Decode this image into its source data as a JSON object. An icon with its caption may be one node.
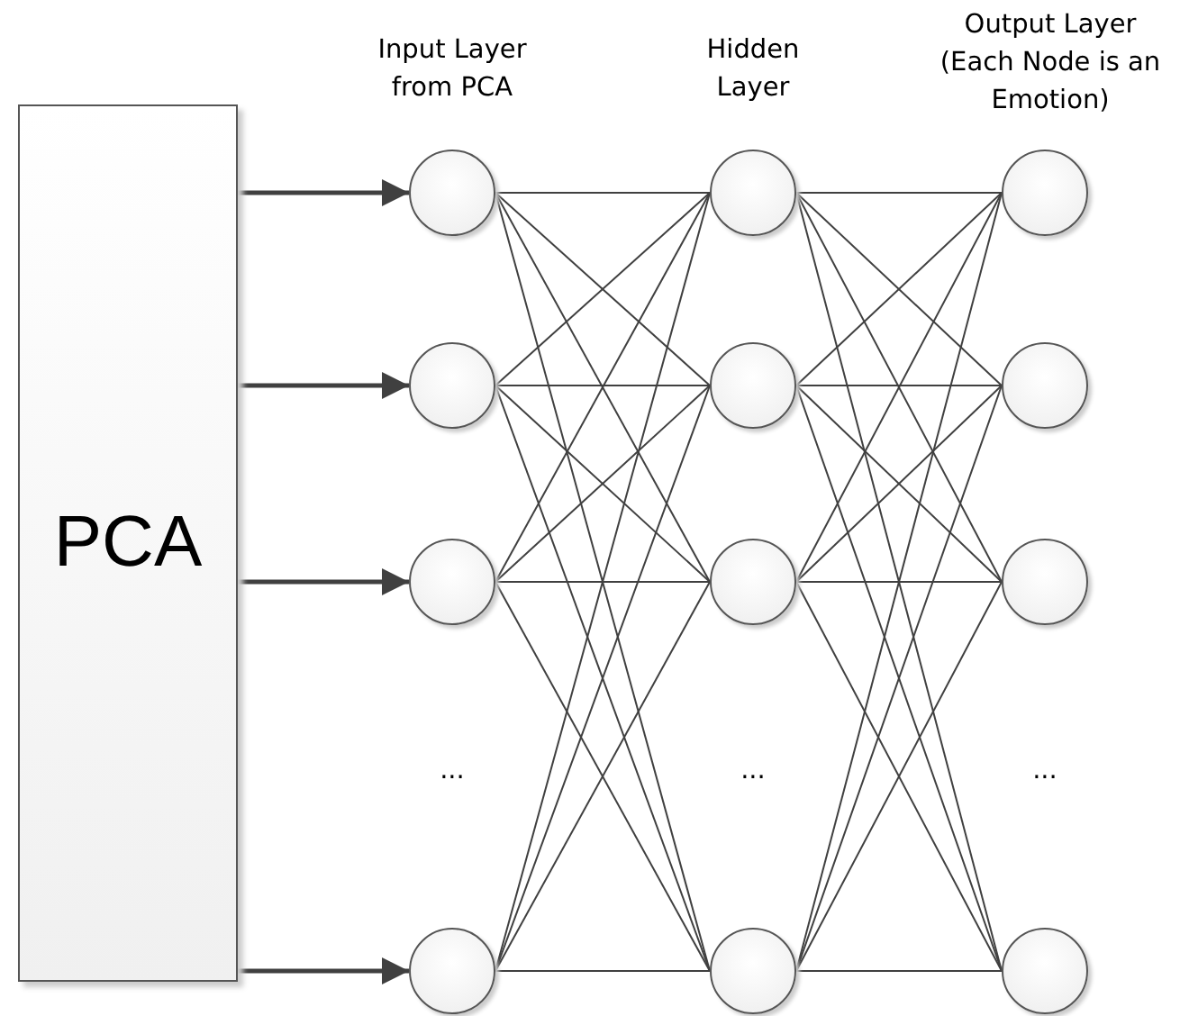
{
  "diagram": {
    "nodes": [
      {
        "text": [
          "PCA"
        ]
      },
      {
        "text": [],
        "shape": "circle"
      },
      {
        "text": [],
        "shape": "circle"
      },
      {
        "text": [],
        "shape": "circle"
      },
      {
        "text": [],
        "shape": "circle"
      },
      {
        "text": [],
        "shape": "circle"
      },
      {
        "text": [],
        "shape": "circle"
      },
      {
        "text": [],
        "shape": "circle"
      },
      {
        "text": [],
        "shape": "circle"
      },
      {
        "text": [],
        "shape": "circle"
      },
      {
        "text": [],
        "shape": "circle"
      },
      {
        "text": [],
        "shape": "circle"
      },
      {
        "text": [],
        "shape": "circle"
      }
    ],
    "edges": [
      {
        "from": 0,
        "to": 1,
        "arrow": "to",
        "style": "thick"
      },
      {
        "from": 0,
        "to": 2,
        "arrow": "to",
        "style": "thick"
      },
      {
        "from": 0,
        "to": 3,
        "arrow": "to",
        "style": "thick"
      },
      {
        "from": 0,
        "to": 4,
        "arrow": "to",
        "style": "thick"
      },
      {
        "from": 1,
        "to": 5,
        "arrow": "none"
      },
      {
        "from": 1,
        "to": 6,
        "arrow": "none"
      },
      {
        "from": 1,
        "to": 7,
        "arrow": "none"
      },
      {
        "from": 1,
        "to": 8,
        "arrow": "none"
      },
      {
        "from": 2,
        "to": 5,
        "arrow": "none"
      },
      {
        "from": 2,
        "to": 6,
        "arrow": "none"
      },
      {
        "from": 2,
        "to": 7,
        "arrow": "none"
      },
      {
        "from": 2,
        "to": 8,
        "arrow": "none"
      },
      {
        "from": 3,
        "to": 5,
        "arrow": "none"
      },
      {
        "from": 3,
        "to": 6,
        "arrow": "none"
      },
      {
        "from": 3,
        "to": 7,
        "arrow": "none"
      },
      {
        "from": 3,
        "to": 8,
        "arrow": "none"
      },
      {
        "from": 4,
        "to": 5,
        "arrow": "none"
      },
      {
        "from": 4,
        "to": 6,
        "arrow": "none"
      },
      {
        "from": 4,
        "to": 7,
        "arrow": "none"
      },
      {
        "from": 4,
        "to": 8,
        "arrow": "none"
      },
      {
        "from": 5,
        "to": 9,
        "arrow": "none"
      },
      {
        "from": 5,
        "to": 10,
        "arrow": "none"
      },
      {
        "from": 5,
        "to": 11,
        "arrow": "none"
      },
      {
        "from": 5,
        "to": 12,
        "arrow": "none"
      },
      {
        "from": 6,
        "to": 9,
        "arrow": "none"
      },
      {
        "from": 6,
        "to": 10,
        "arrow": "none"
      },
      {
        "from": 6,
        "to": 11,
        "arrow": "none"
      },
      {
        "from": 6,
        "to": 12,
        "arrow": "none"
      },
      {
        "from": 7,
        "to": 9,
        "arrow": "none"
      },
      {
        "from": 7,
        "to": 10,
        "arrow": "none"
      },
      {
        "from": 7,
        "to": 11,
        "arrow": "none"
      },
      {
        "from": 7,
        "to": 12,
        "arrow": "none"
      },
      {
        "from": 8,
        "to": 9,
        "arrow": "none"
      },
      {
        "from": 8,
        "to": 10,
        "arrow": "none"
      },
      {
        "from": 8,
        "to": 11,
        "arrow": "none"
      },
      {
        "from": 8,
        "to": 12,
        "arrow": "none"
      }
    ],
    "labels": [
      "Input Layer from PCA",
      "Hidden Layer",
      "Output Layer (Each Node is an Emotion)",
      "...",
      "...",
      "..."
    ]
  }
}
